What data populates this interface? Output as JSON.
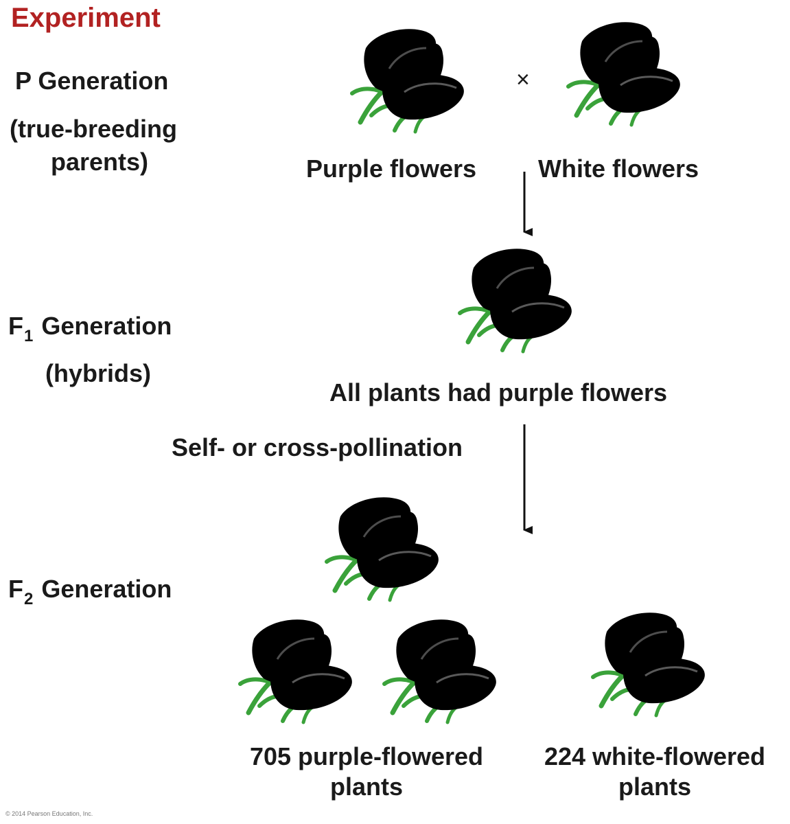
{
  "title": "Experiment",
  "cross_symbol": "×",
  "p_generation": {
    "label": "P Generation",
    "note_line1": "(true-breeding",
    "note_line2": "parents)",
    "left_flower_label": "Purple flowers",
    "right_flower_label": "White flowers"
  },
  "f1_generation": {
    "prefix": "F",
    "subscript": "1",
    "label": "Generation",
    "note": "(hybrids)",
    "result": "All plants had purple flowers"
  },
  "pollination_label": "Self- or cross-pollination",
  "f2_generation": {
    "prefix": "F",
    "subscript": "2",
    "label": "Generation",
    "purple_count_line1": "705 purple-flowered",
    "purple_count_line2": "plants",
    "white_count_line1": "224 white-flowered",
    "white_count_line2": "plants"
  },
  "copyright": "© 2014 Pearson Education, Inc.",
  "colors": {
    "title": "#b22222",
    "purple_petal": "#8e4fa2",
    "white_petal": "#e4ebee",
    "stem": "#3aa23a"
  }
}
